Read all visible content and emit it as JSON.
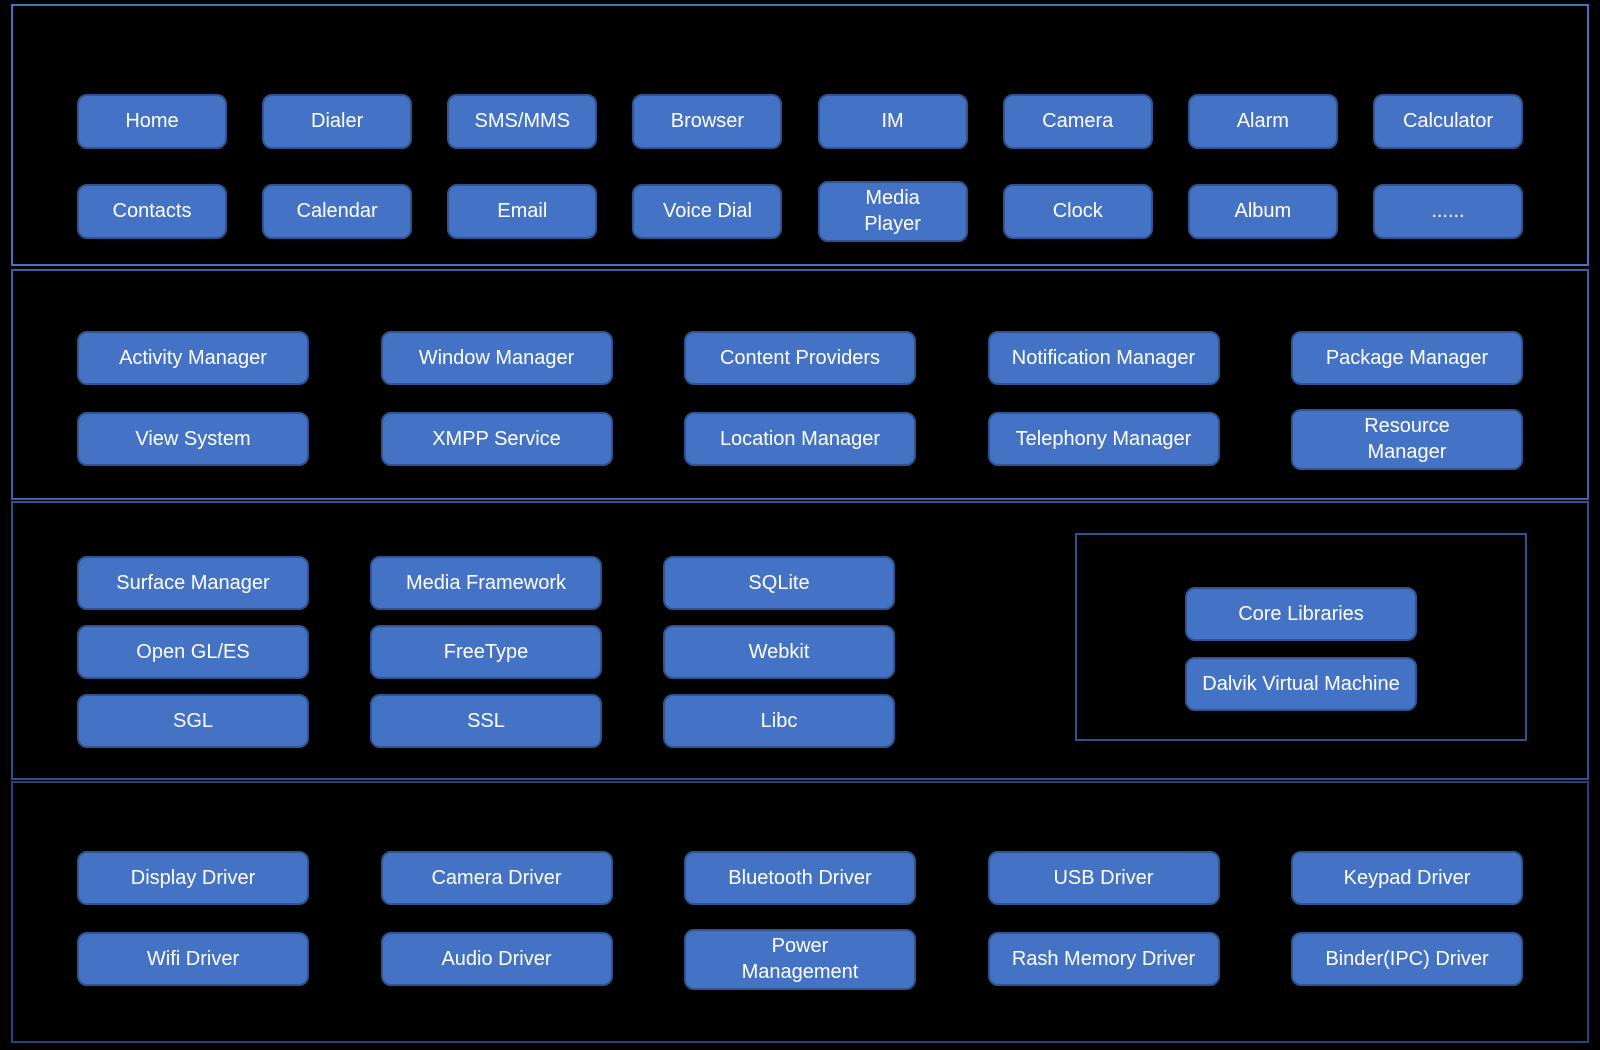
{
  "colors": {
    "background": "#000000",
    "node_fill": "#4472C4",
    "node_border": "#2F548F",
    "node_text": "#FFFFFF",
    "applications_layer_border": "#4472C4",
    "framework_layer_border": "#3A62AC",
    "libraries_layer_border": "#2E5395",
    "runtime_box_border": "#2E5395",
    "kernel_layer_border": "#24427E"
  },
  "layers": {
    "applications": {
      "rows": [
        [
          "Home",
          "Dialer",
          "SMS/MMS",
          "Browser",
          "IM",
          "Camera",
          "Alarm",
          "Calculator"
        ],
        [
          "Contacts",
          "Calendar",
          "Email",
          "Voice Dial",
          "Media\nPlayer",
          "Clock",
          "Album",
          "......"
        ]
      ]
    },
    "application_framework": {
      "rows": [
        [
          "Activity Manager",
          "Window Manager",
          "Content Providers",
          "Notification Manager",
          "Package Manager"
        ],
        [
          "View System",
          "XMPP Service",
          "Location Manager",
          "Telephony Manager",
          "Resource\nManager"
        ]
      ]
    },
    "libraries": {
      "rows": [
        [
          "Surface Manager",
          "Media Framework",
          "SQLite"
        ],
        [
          "Open GL/ES",
          "FreeType",
          "Webkit"
        ],
        [
          "SGL",
          "SSL",
          "Libc"
        ]
      ]
    },
    "android_runtime": {
      "buttons": [
        "Core Libraries",
        "Dalvik Virtual Machine"
      ]
    },
    "linux_kernel": {
      "rows": [
        [
          "Display Driver",
          "Camera Driver",
          "Bluetooth Driver",
          "USB Driver",
          "Keypad Driver"
        ],
        [
          "Wifi Driver",
          "Audio Driver",
          "Power\nManagement",
          "Rash Memory Driver",
          "Binder(IPC) Driver"
        ]
      ]
    }
  }
}
